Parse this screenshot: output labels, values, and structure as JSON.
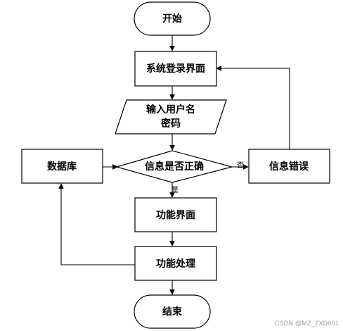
{
  "flowchart": {
    "nodes": {
      "start": "开始",
      "login": "系统登录界面",
      "input_line1": "输入用户名",
      "input_line2": "密码",
      "check": "信息是否正确",
      "database": "数据库",
      "error": "信息错误",
      "function_ui": "功能界面",
      "function_process": "功能处理",
      "end": "结束"
    },
    "edge_labels": {
      "no": "否",
      "yes": "是"
    }
  },
  "watermark": "CSDN @MZ_ZXD001"
}
